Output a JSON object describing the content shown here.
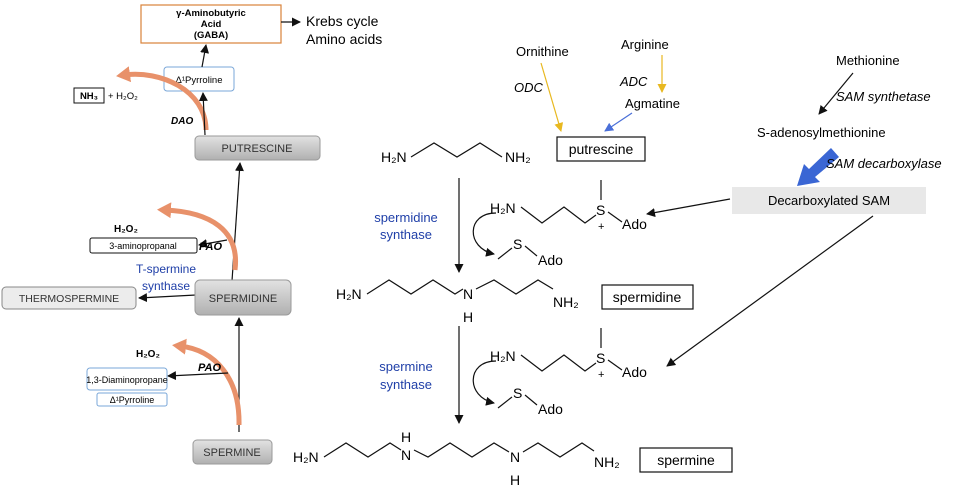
{
  "left": {
    "gaba_line1": "γ-Aminobutyric",
    "gaba_line2": "Acid",
    "gaba_line3": "(GABA)",
    "krebs": "Krebs cycle",
    "amino_acids": "Amino acids",
    "pyrroline_top": "Δ¹Pyrroline",
    "nh3": "NH₃",
    "plus_h2o2": "+ H₂O₂",
    "dao": "DAO",
    "putrescine": "PUTRESCINE",
    "h2o2_a": "H₂O₂",
    "aminopropanal": "3-aminopropanal",
    "pao_a": "PAO",
    "tspm_synthase_1": "T-spermine",
    "tspm_synthase_2": "synthase",
    "thermospermine": "THERMOSPERMINE",
    "spermidine": "SPERMIDINE",
    "h2o2_b": "H₂O₂",
    "pao_b": "PAO",
    "diaminopropane": "1,3-Diaminopropane",
    "pyrroline_bottom": "Δ¹Pyrroline",
    "spermine": "SPERMINE"
  },
  "right": {
    "ornithine": "Ornithine",
    "odc": "ODC",
    "arginine": "Arginine",
    "adc": "ADC",
    "agmatine": "Agmatine",
    "methionine": "Methionine",
    "sam_synthetase": "SAM synthetase",
    "sam": "S-adenosylmethionine",
    "sam_decarboxylase": "SAM decarboxylase",
    "dcsam": "Decarboxylated SAM",
    "putrescine_box": "putrescine",
    "spermidine_box": "spermidine",
    "spermine_box": "spermine",
    "spd_synthase_1": "spermidine",
    "spd_synthase_2": "synthase",
    "spm_synthase_1": "spermine",
    "spm_synthase_2": "synthase",
    "h2n": "H₂N",
    "nh2": "NH₂",
    "ado": "Ado",
    "s": "S",
    "n": "N",
    "h": "H",
    "plus": "+"
  }
}
